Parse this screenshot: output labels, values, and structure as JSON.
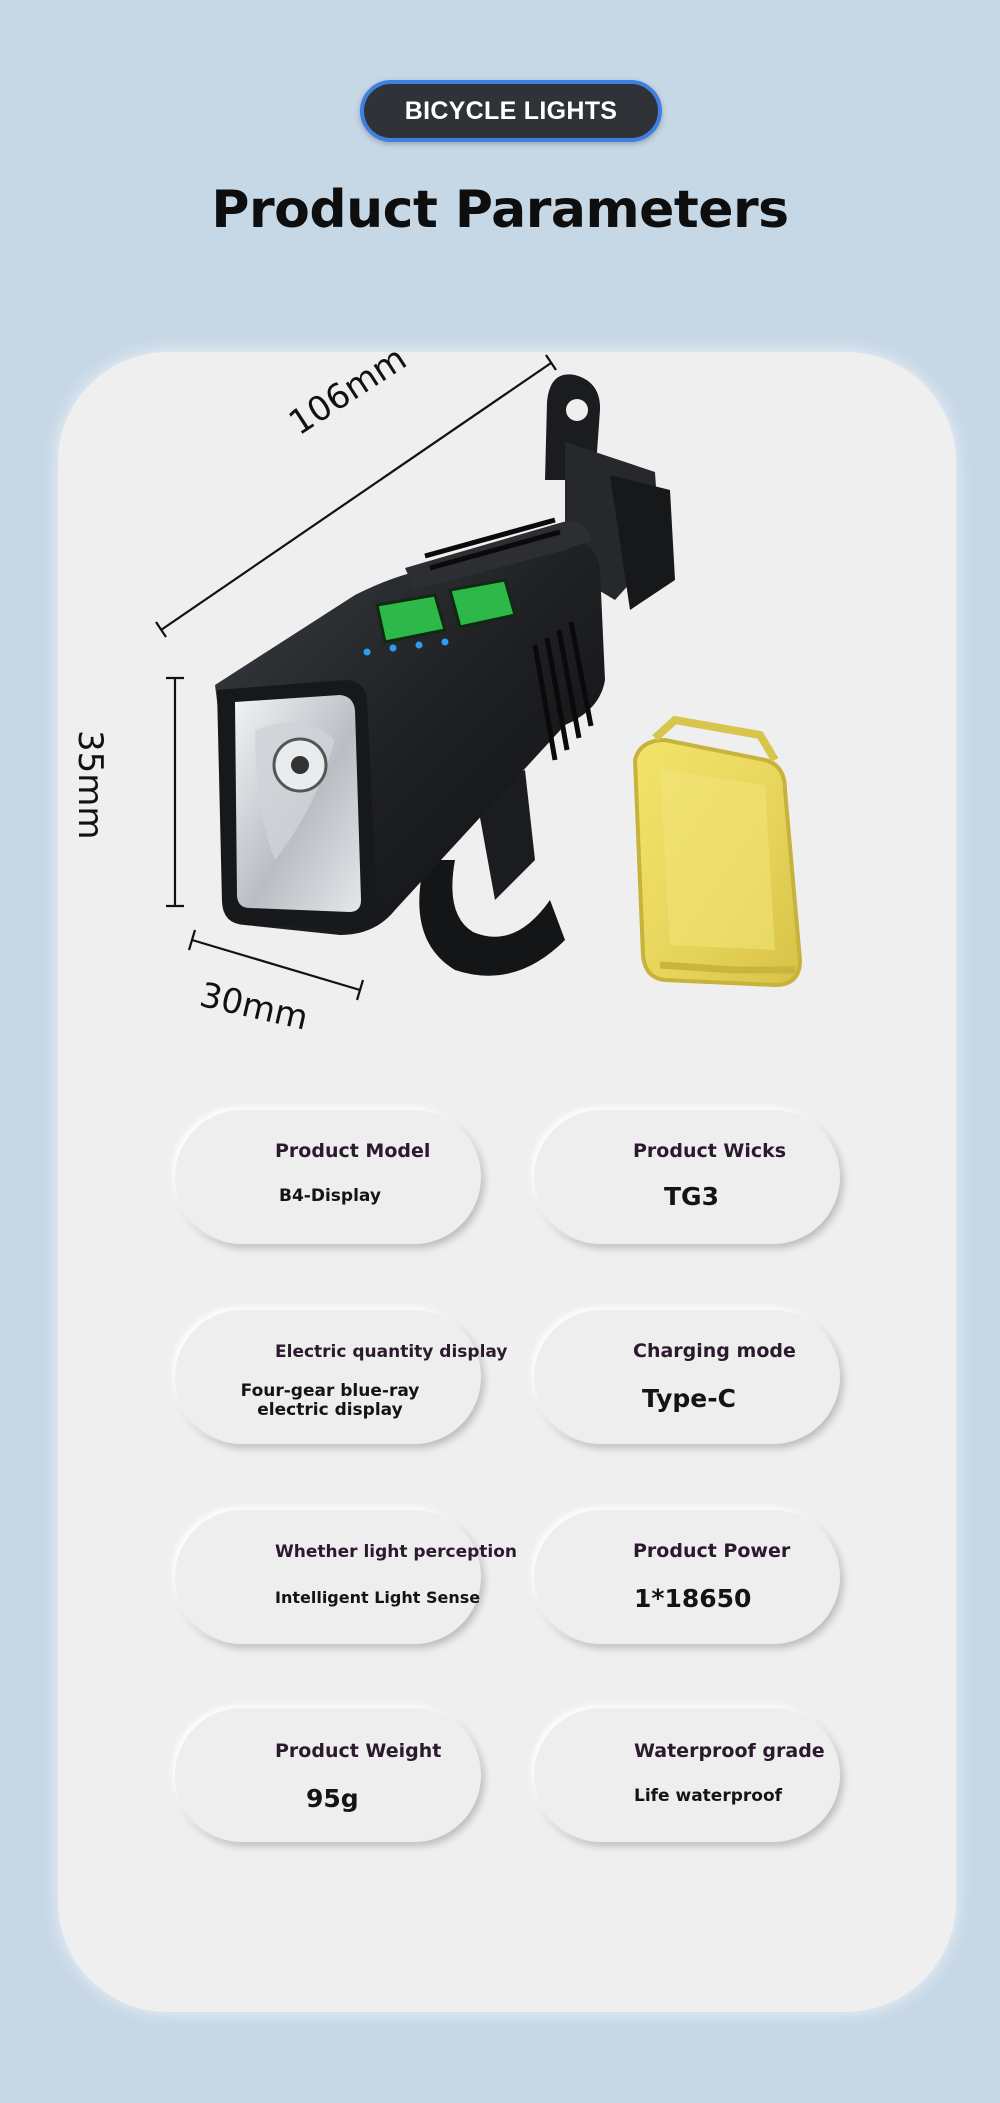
{
  "header": {
    "badge": "BICYCLE LIGHTS",
    "title": "Product Parameters"
  },
  "dimensions": {
    "length": "106mm",
    "height": "35mm",
    "width": "30mm"
  },
  "colors": {
    "background": "#c6d7e6",
    "card": "#efefef",
    "badge_fill": "#2f3237",
    "badge_border": "#3f7fe0",
    "lens_filter": "#e8d85a",
    "button_green": "#2fb84a"
  },
  "specs": [
    {
      "label": "Product Model",
      "value": "B4-Display"
    },
    {
      "label": "Product Wicks",
      "value": "TG3"
    },
    {
      "label": "Electric quantity display",
      "value": "Four-gear blue-ray electric display"
    },
    {
      "label": "Charging mode",
      "value": "Type-C"
    },
    {
      "label": "Whether light perception",
      "value": "Intelligent Light Sense"
    },
    {
      "label": "Product Power",
      "value": "1*18650"
    },
    {
      "label": "Product Weight",
      "value": "95g"
    },
    {
      "label": "Waterproof grade",
      "value": "Life waterproof"
    }
  ]
}
